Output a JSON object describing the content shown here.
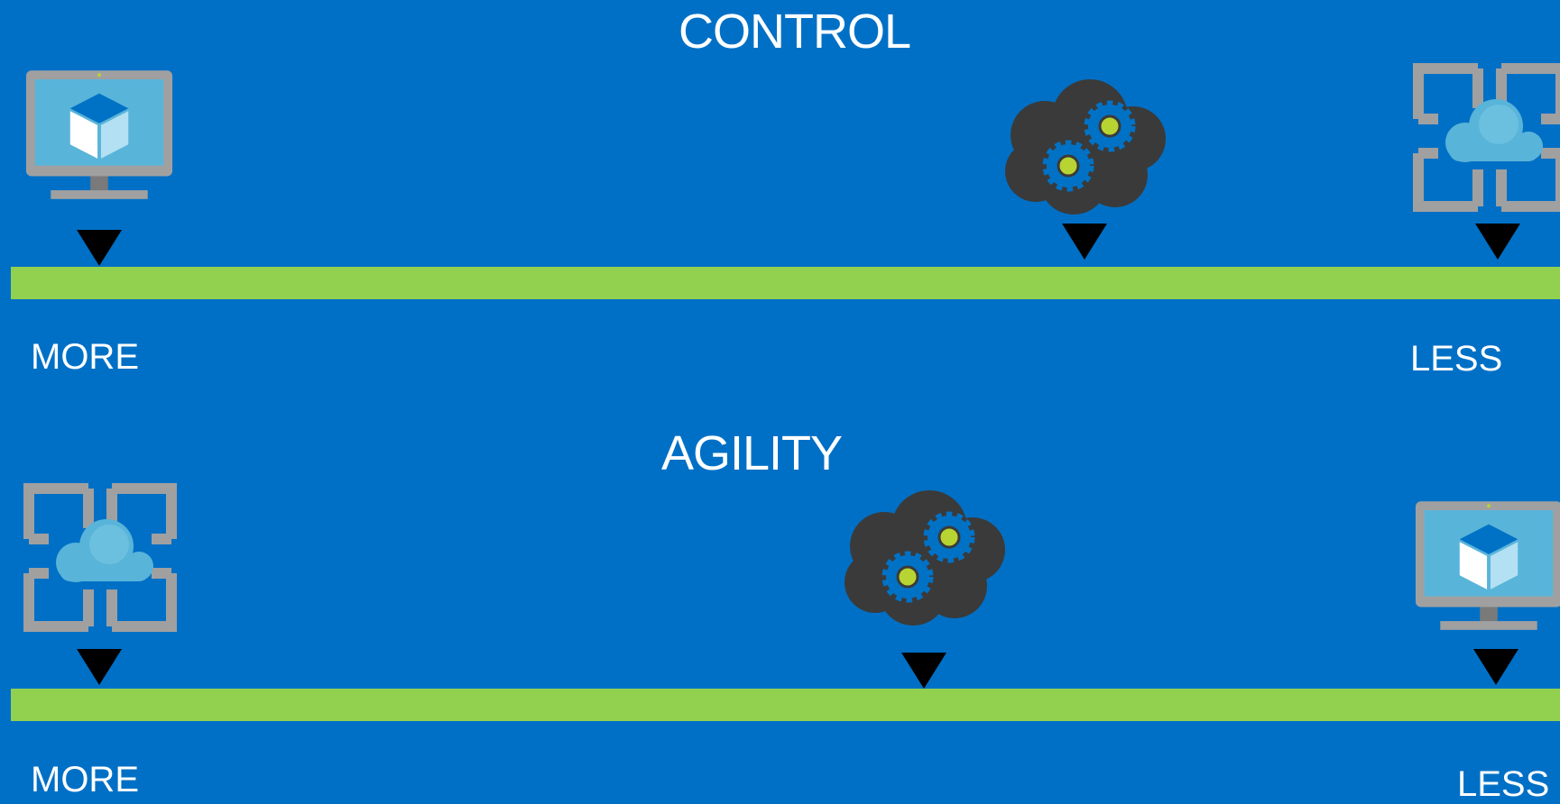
{
  "colors": {
    "background": "#0070c6",
    "bar": "#92d050",
    "pointer": "#000000",
    "text": "#ffffff"
  },
  "scales": [
    {
      "title": "CONTROL",
      "left_label": "MORE",
      "right_label": "LESS",
      "markers": [
        {
          "icon": "virtual-machine-icon"
        },
        {
          "icon": "cloud-services-gears-icon"
        },
        {
          "icon": "cloud-app-service-icon"
        }
      ]
    },
    {
      "title": "AGILITY",
      "left_label": "MORE",
      "right_label": "LESS",
      "markers": [
        {
          "icon": "cloud-app-service-icon"
        },
        {
          "icon": "cloud-services-gears-icon"
        },
        {
          "icon": "virtual-machine-icon"
        }
      ]
    }
  ]
}
